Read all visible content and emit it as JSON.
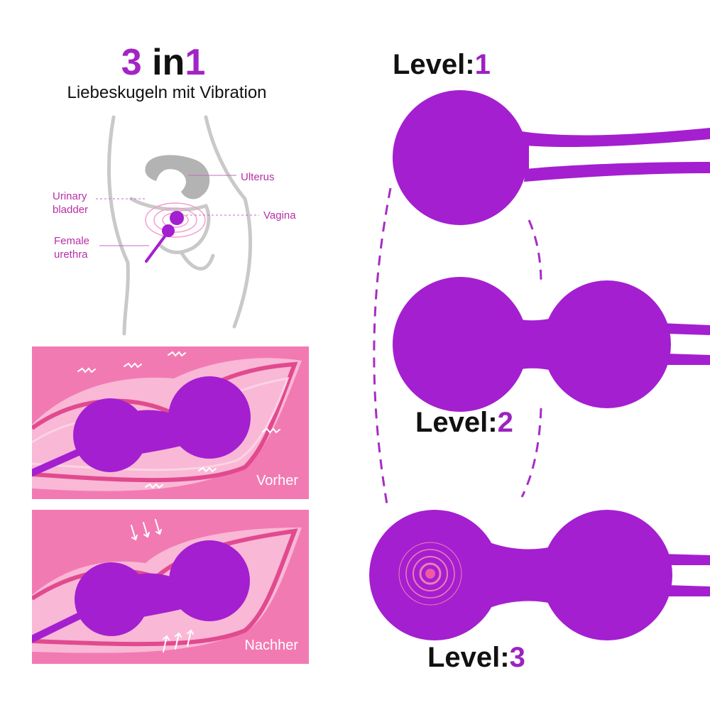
{
  "headline": {
    "number": "3",
    "text": " in",
    "number2": "1"
  },
  "subtitle": "Liebeskugeln mit Vibration",
  "anatomy_labels": {
    "uterus": "Ulterus",
    "bladder_line1": "Urinary",
    "bladder_line2": "bladder",
    "vagina": "Vagina",
    "urethra_line1": "Female",
    "urethra_line2": "urethra"
  },
  "panels": {
    "before": "Vorher",
    "after": "Nachher"
  },
  "levels": [
    {
      "prefix": "Level:",
      "number": "1"
    },
    {
      "prefix": "Level:",
      "number": "2"
    },
    {
      "prefix": "Level:",
      "number": "3"
    }
  ],
  "colors": {
    "purple": "#a41fd0",
    "accent_text": "#a324c4",
    "label_text": "#b82fa5",
    "pink": "#f27ab2"
  }
}
